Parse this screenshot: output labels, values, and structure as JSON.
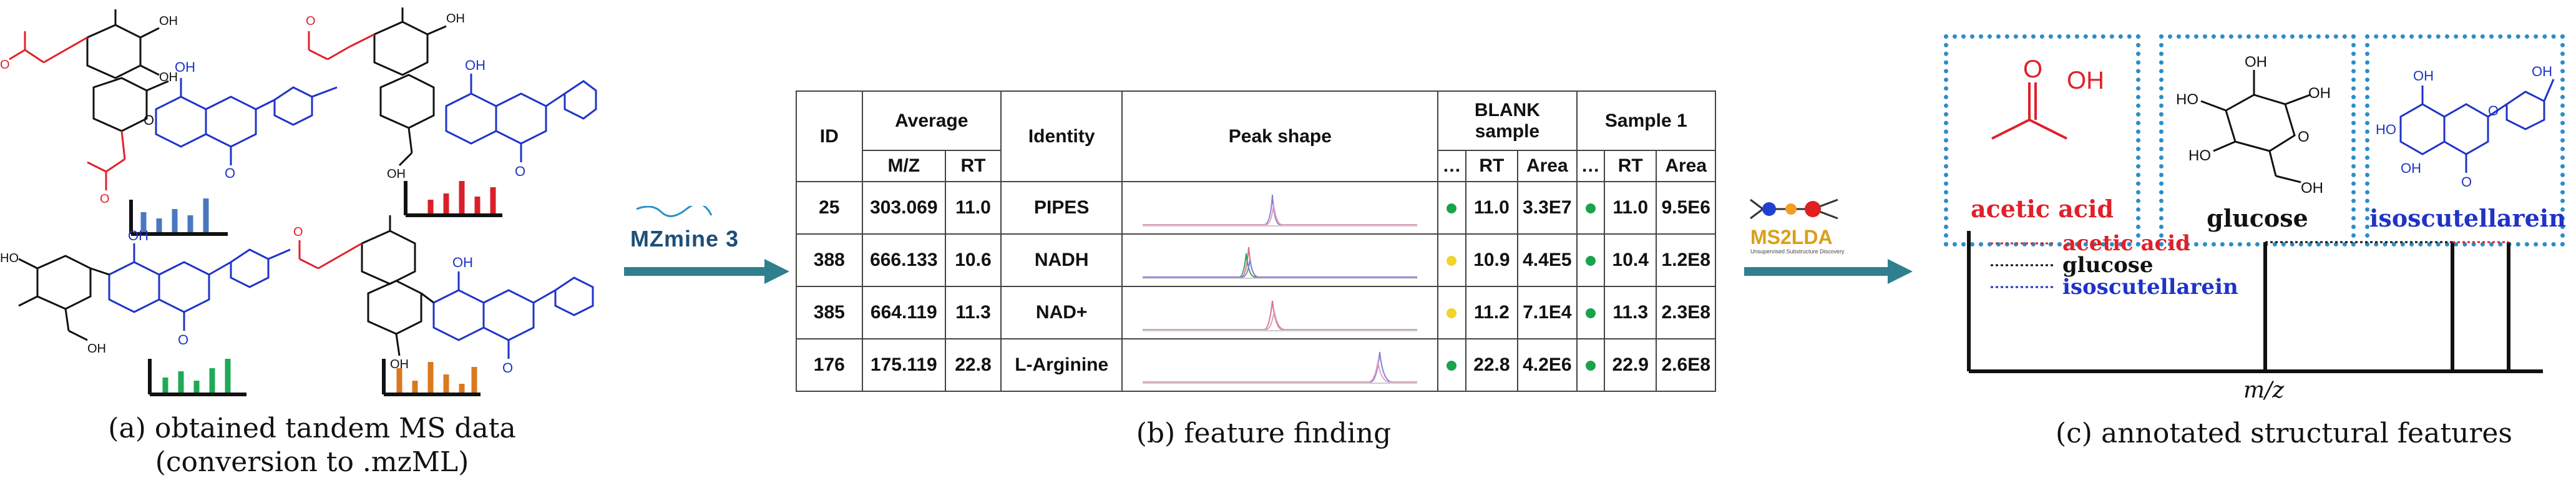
{
  "panel_a": {
    "caption_line1": "(a) obtained tandem MS data",
    "caption_line2": "(conversion to .mzML)"
  },
  "arrow1": {
    "logo": "MZmine 3"
  },
  "panel_b": {
    "caption": "(b) feature finding",
    "headers": {
      "id": "ID",
      "average": "Average",
      "mz": "M/Z",
      "rt": "RT",
      "identity": "Identity",
      "peak_shape": "Peak shape",
      "blank_line1": "BLANK",
      "blank_line2": "sample",
      "sample1": "Sample 1",
      "ellipsis": "…",
      "area": "Area"
    },
    "rows": [
      {
        "id": "25",
        "mz": "303.069",
        "rt": "11.0",
        "identity": "PIPES",
        "blank_dot": "#1aa34a",
        "blank_rt": "11.0",
        "blank_area": "3.3E7",
        "s1_dot": "#1aa34a",
        "s1_rt": "11.0",
        "s1_area": "9.5E6"
      },
      {
        "id": "388",
        "mz": "666.133",
        "rt": "10.6",
        "identity": "NADH",
        "blank_dot": "#f2d42a",
        "blank_rt": "10.9",
        "blank_area": "4.4E5",
        "s1_dot": "#1aa34a",
        "s1_rt": "10.4",
        "s1_area": "1.2E8"
      },
      {
        "id": "385",
        "mz": "664.119",
        "rt": "11.3",
        "identity": "NAD+",
        "blank_dot": "#f2d42a",
        "blank_rt": "11.2",
        "blank_area": "7.1E4",
        "s1_dot": "#1aa34a",
        "s1_rt": "11.3",
        "s1_area": "2.3E8"
      },
      {
        "id": "176",
        "mz": "175.119",
        "rt": "22.8",
        "identity": "L-Arginine",
        "blank_dot": "#1aa34a",
        "blank_rt": "22.8",
        "blank_area": "4.2E6",
        "s1_dot": "#1aa34a",
        "s1_rt": "22.9",
        "s1_area": "2.6E8"
      }
    ]
  },
  "arrow2": {
    "logo": "MS2LDA",
    "logo_tagline": "Unsupervised Substructure Discovery"
  },
  "panel_c": {
    "caption": "(c) annotated structural features",
    "compounds": [
      {
        "name": "acetic acid",
        "color": "#e0202a"
      },
      {
        "name": "glucose",
        "color": "#111111"
      },
      {
        "name": "isoscutellarein",
        "color": "#1f33c8"
      }
    ],
    "legend": [
      {
        "label": "acetic acid",
        "color": "#e0202a"
      },
      {
        "label": "glucose",
        "color": "#111111"
      },
      {
        "label": "isoscutellarein",
        "color": "#1f33c8"
      }
    ],
    "xaxis_label": "m/z"
  },
  "colors": {
    "arrow": "#2f7f8f",
    "box_border": "#2a8ec9",
    "bar_blue": "#4a78c0",
    "bar_red": "#d9202a",
    "bar_green": "#1faa55",
    "bar_orange": "#d97a1e"
  }
}
